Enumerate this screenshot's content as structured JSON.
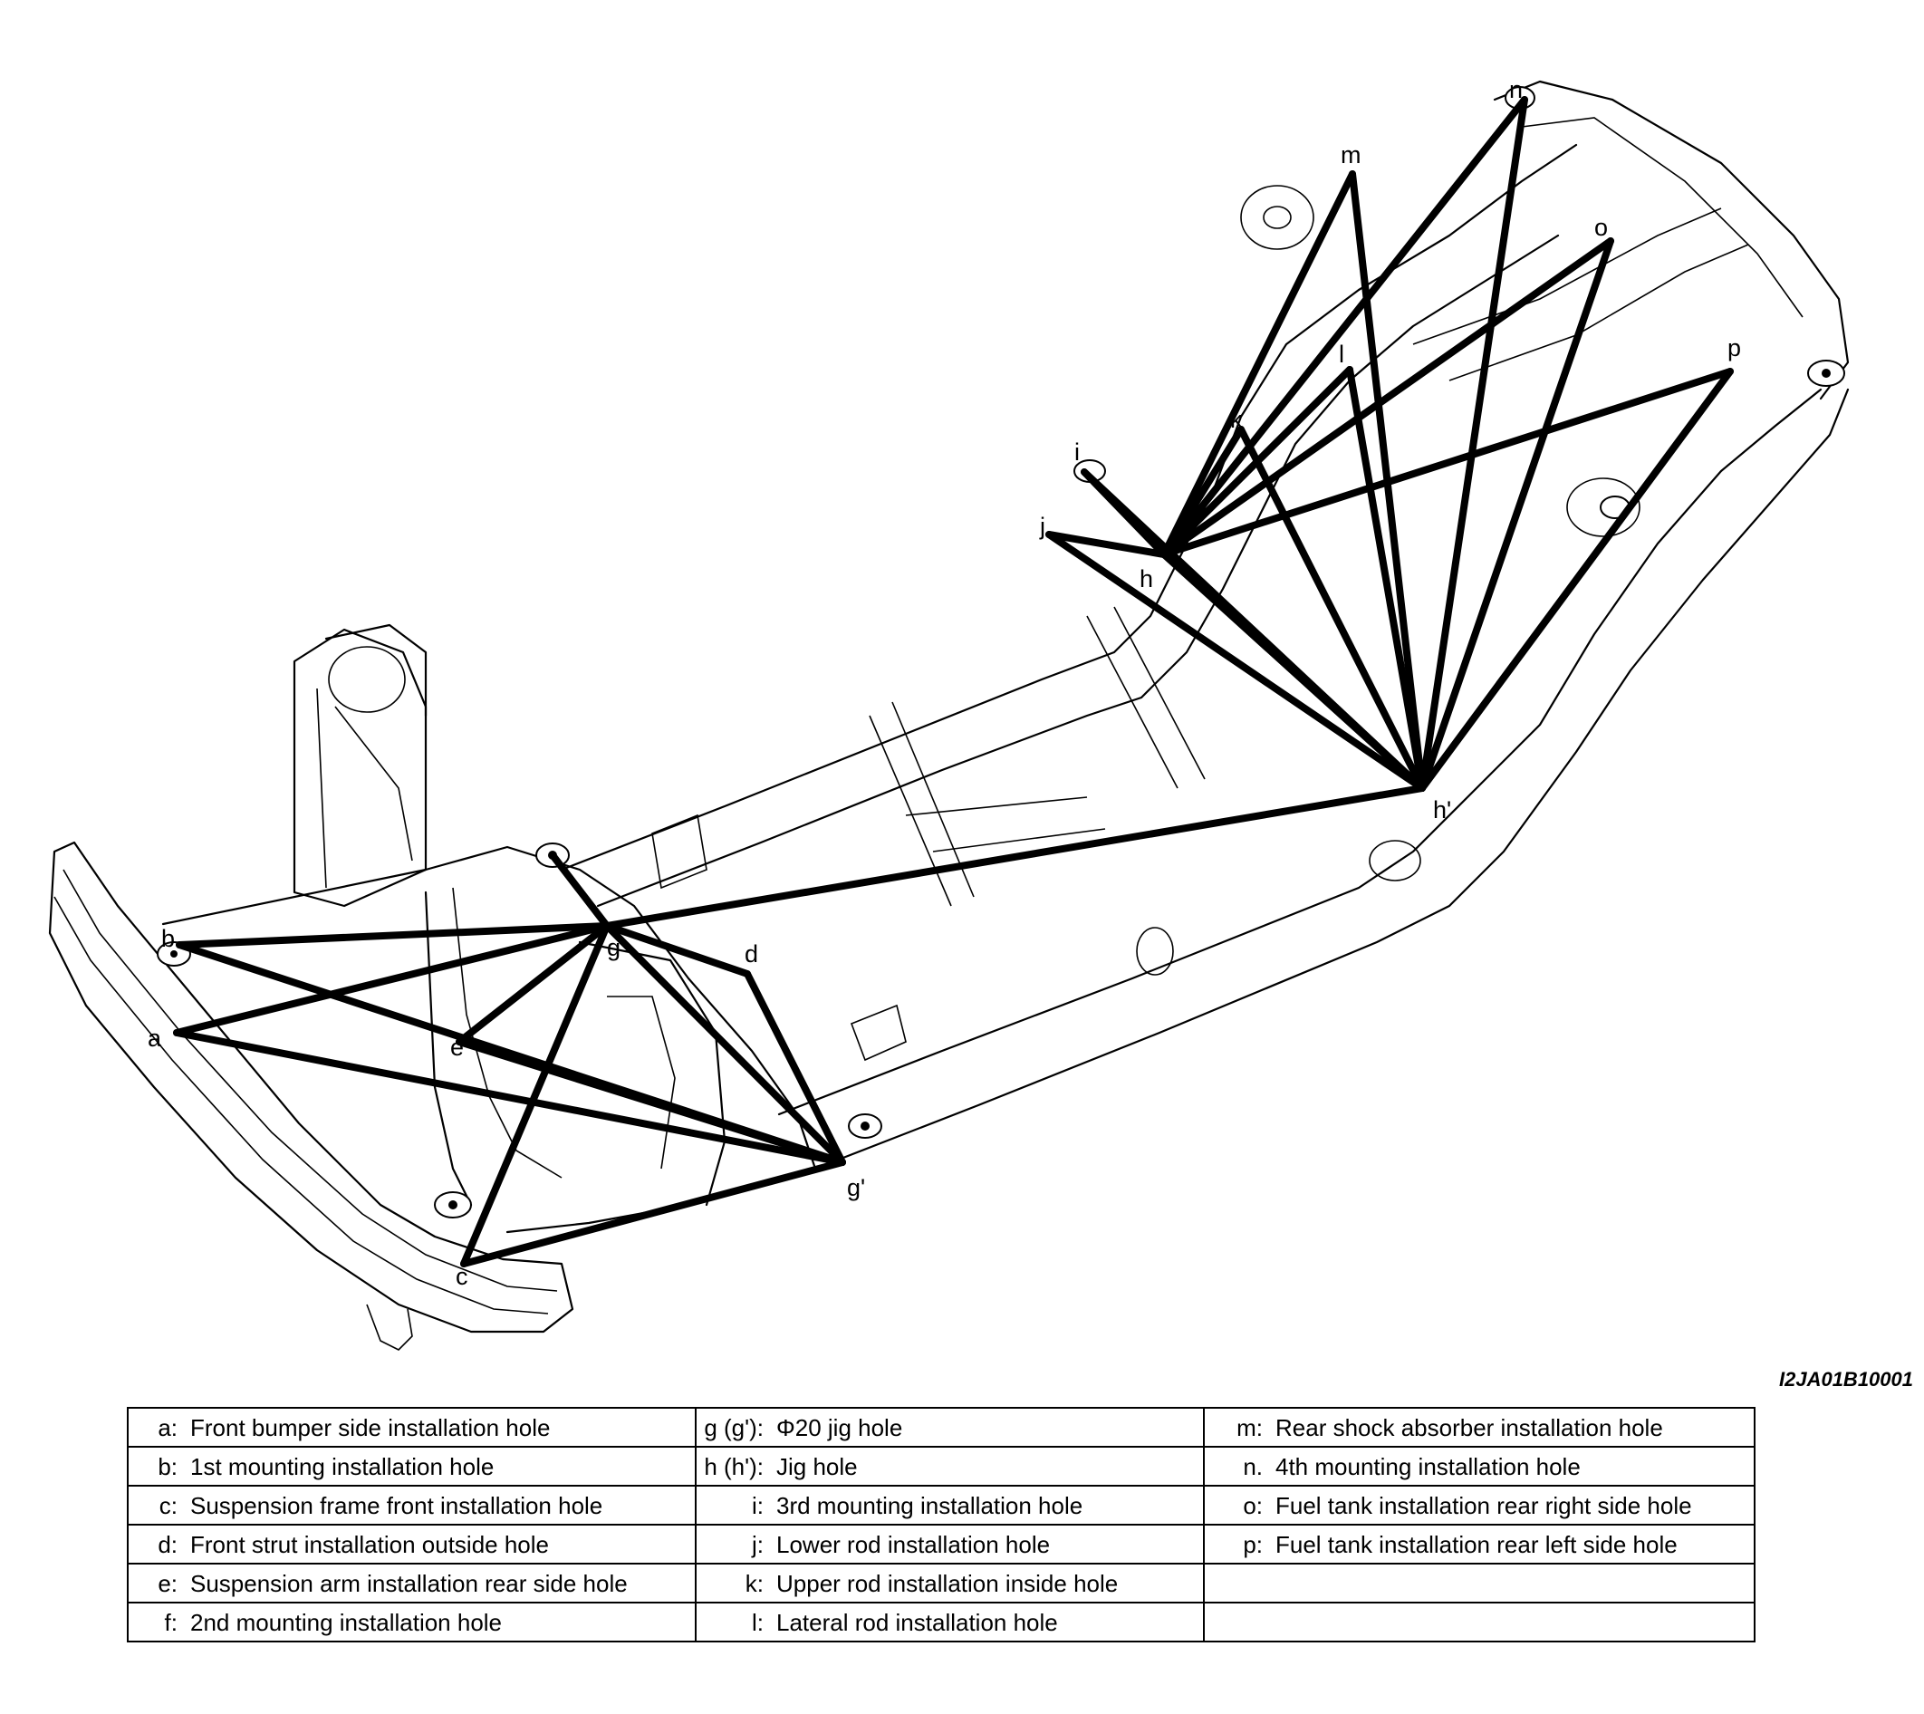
{
  "figure_code": "I2JA01B10001",
  "points": {
    "a": "a",
    "b": "b",
    "c": "c",
    "d": "d",
    "e": "e",
    "g": "g",
    "g_prime": "g'",
    "h": "h",
    "h_prime": "h'",
    "i": "i",
    "j": "j",
    "k": "k",
    "l": "l",
    "m": "m",
    "n": "n",
    "o": "o",
    "p": "p"
  },
  "legend": {
    "columns": [
      [
        {
          "key": "a:",
          "label": "Front bumper side installation hole"
        },
        {
          "key": "b:",
          "label": "1st mounting installation hole"
        },
        {
          "key": "c:",
          "label": "Suspension frame front installation hole"
        },
        {
          "key": "d:",
          "label": "Front strut installation outside hole"
        },
        {
          "key": "e:",
          "label": "Suspension arm installation rear side hole"
        },
        {
          "key": "f:",
          "label": "2nd mounting installation hole"
        }
      ],
      [
        {
          "key": "g (g'):",
          "label": "Φ20 jig hole"
        },
        {
          "key": "h (h'):",
          "label": "Jig hole"
        },
        {
          "key": "i:",
          "label": "3rd mounting installation hole"
        },
        {
          "key": "j:",
          "label": "Lower rod installation hole"
        },
        {
          "key": "k:",
          "label": "Upper rod installation inside hole"
        },
        {
          "key": "l:",
          "label": "Lateral rod installation hole"
        }
      ],
      [
        {
          "key": "m:",
          "label": "Rear shock absorber installation hole"
        },
        {
          "key": "n.",
          "label": "4th mounting installation hole"
        },
        {
          "key": "o:",
          "label": "Fuel tank installation rear right side hole"
        },
        {
          "key": "p:",
          "label": "Fuel tank installation rear left side hole"
        },
        {
          "key": "",
          "label": ""
        },
        {
          "key": "",
          "label": ""
        }
      ]
    ]
  }
}
